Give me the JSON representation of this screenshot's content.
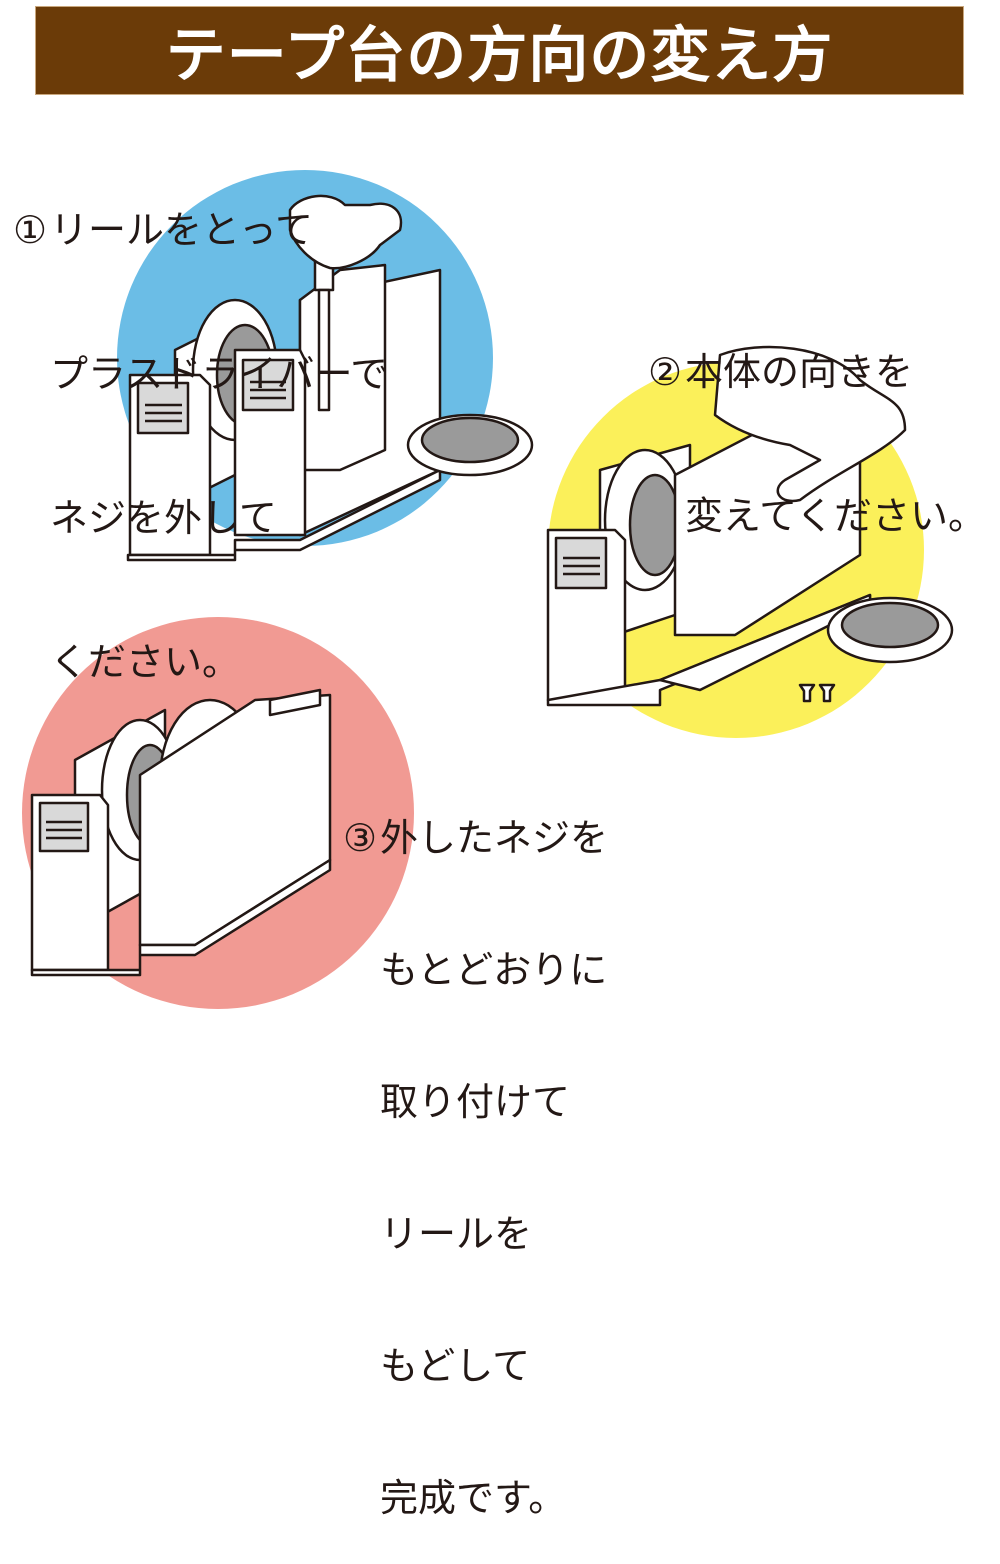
{
  "header": {
    "title": "テープ台の方向の変え方",
    "background_color": "#6b3b08",
    "text_color": "#ffffff"
  },
  "steps": [
    {
      "number": "①",
      "lines": [
        "リールをとって",
        "プラスドライバーで",
        "ネジを外して",
        "ください。"
      ],
      "circle_color": "#6bbde6",
      "illustration": "screwdriver-removing-screw"
    },
    {
      "number": "②",
      "lines": [
        "本体の向きを",
        "変えてください。"
      ],
      "circle_color": "#fbf05a",
      "illustration": "rotating-dispenser-body"
    },
    {
      "number": "③",
      "lines": [
        "外したネジを",
        "もとどおりに",
        "取り付けて",
        "リールを",
        "もどして",
        "完成です。"
      ],
      "circle_color": "#f19a93",
      "illustration": "assembled-double-dispenser"
    }
  ]
}
